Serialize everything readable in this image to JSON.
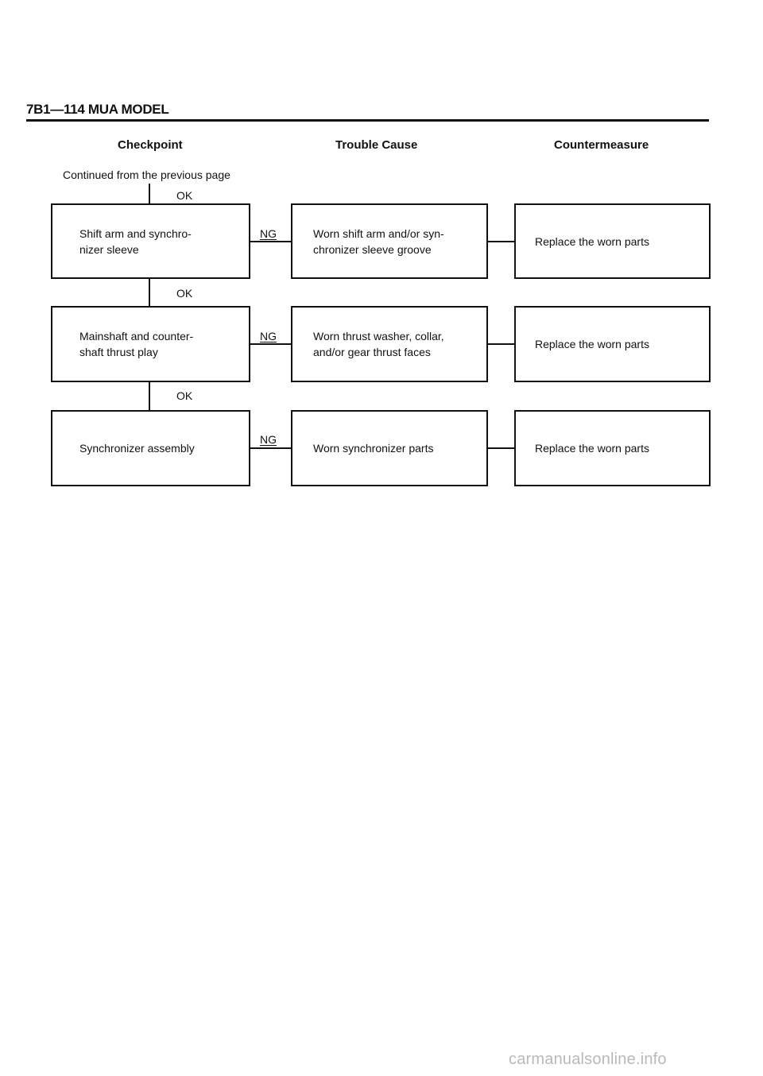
{
  "header": {
    "title": "7B1—114  MUA MODEL"
  },
  "columns": {
    "checkpoint": "Checkpoint",
    "cause": "Trouble Cause",
    "countermeasure": "Countermeasure"
  },
  "continued": "Continued from the previous page",
  "rows": [
    {
      "ok": "OK",
      "checkpoint": "Shift arm and synchro-\nnizer sleeve",
      "ng": "NG",
      "cause": "Worn shift arm and/or syn-\nchronizer sleeve groove",
      "countermeasure": "Replace the worn parts"
    },
    {
      "ok": "OK",
      "checkpoint": "Mainshaft and counter-\nshaft thrust play",
      "ng": "NG",
      "cause": "Worn thrust washer, collar,\nand/or gear thrust faces",
      "countermeasure": "Replace the worn parts"
    },
    {
      "ok": "OK",
      "checkpoint": "Synchronizer assembly",
      "ng": "NG",
      "cause": "Worn synchronizer parts",
      "countermeasure": "Replace the worn parts"
    }
  ],
  "watermark": "carmanualsonline.info"
}
